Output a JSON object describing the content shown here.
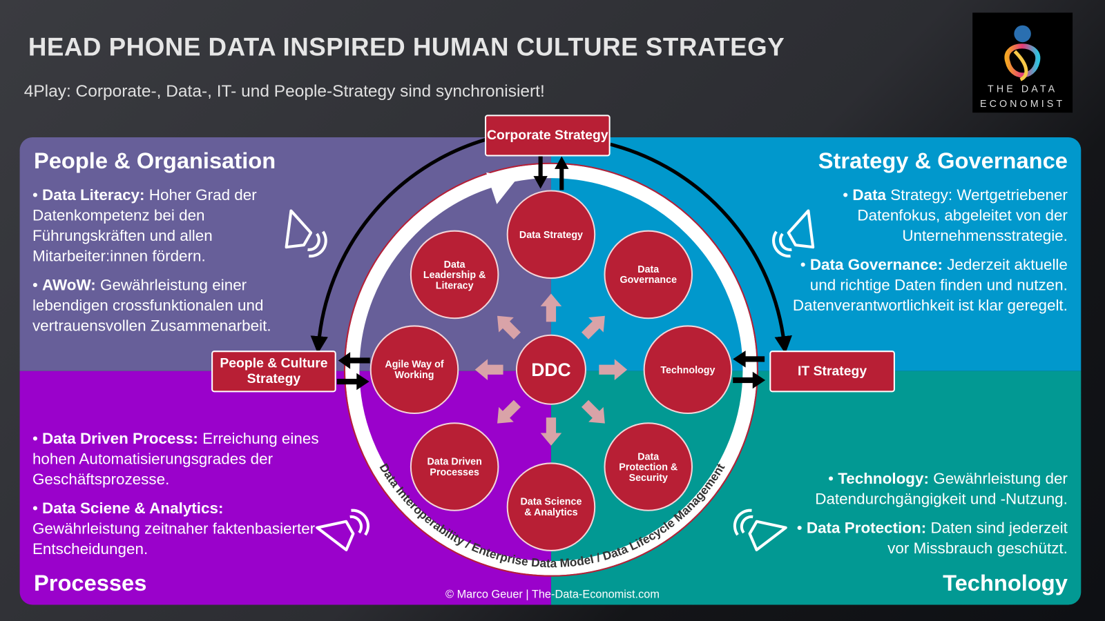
{
  "header": {
    "title": "HEAD PHONE DATA INSPIRED HUMAN CULTURE STRATEGY",
    "subtitle": "4Play: Corporate-, Data-, IT-  und People-Strategy sind synchronisiert!"
  },
  "logo": {
    "line1": "THE DATA",
    "line2": "ECONOMIST"
  },
  "colors": {
    "people_org": "#675f99",
    "strategy_gov": "#0198cc",
    "processes": "#9a02cb",
    "technology": "#029993",
    "node": "#b81f35",
    "arrow_light": "#d9a3a8"
  },
  "quadrants": {
    "people": {
      "title": "People & Organisation",
      "bullets": [
        {
          "bold": "Data Literacy:",
          "text": " Hoher Grad der Datenkompetenz bei den Führungskräften und allen Mitarbeiter:innen fördern."
        },
        {
          "bold": "AWoW:",
          "text": "  Gewährleistung einer lebendigen crossfunktionalen und vertrauensvollen Zusammenarbeit."
        }
      ],
      "icon": "megaphone-icon"
    },
    "strategy": {
      "title": "Strategy & Governance",
      "bullets": [
        {
          "bold": "Data",
          "text": " Strategy: Wertgetriebener Datenfokus, abgeleitet von der Unternehmensstrategie."
        },
        {
          "bold": "Data Governance:",
          "text": " Jederzeit aktuelle und richtige Daten finden und nutzen. Datenverantwortlichkeit ist klar geregelt."
        }
      ],
      "icon": "megaphone-icon"
    },
    "processes": {
      "title": "Processes",
      "bullets": [
        {
          "bold": "Data Driven Process:",
          "text": " Erreichung eines hohen Automatisierungsgrades der Geschäftsprozesse."
        },
        {
          "bold": "Data Sciene & Analytics:",
          "text": " Gewährleistung zeitnaher faktenbasierter Entscheidungen."
        }
      ],
      "icon": "megaphone-icon"
    },
    "technology": {
      "title": "Technology",
      "bullets": [
        {
          "bold": "Technology:",
          "text": " Gewährleistung der Datendurchgängigkeit und -Nutzung."
        },
        {
          "bold": "Data Protection:",
          "text": " Daten sind jederzeit vor Missbrauch geschützt."
        }
      ],
      "icon": "megaphone-icon"
    }
  },
  "strategies": {
    "corporate": "Corporate Strategy",
    "people": "People & Culture Strategy",
    "it": "IT  Strategy"
  },
  "center": "DDC",
  "nodes": [
    "Data Strategy",
    "Data Governance",
    "Technology",
    "Data Protection & Security",
    "Data Science & Analytics",
    "Data Driven Processes",
    "Agile Way of Working",
    "Data Leadership & Literacy"
  ],
  "ring_text": "Data Interoperability  /  Enterprise Data Model  /  Data Lifecycle Management",
  "footer": "© Marco Geuer | The-Data-Economist.com"
}
